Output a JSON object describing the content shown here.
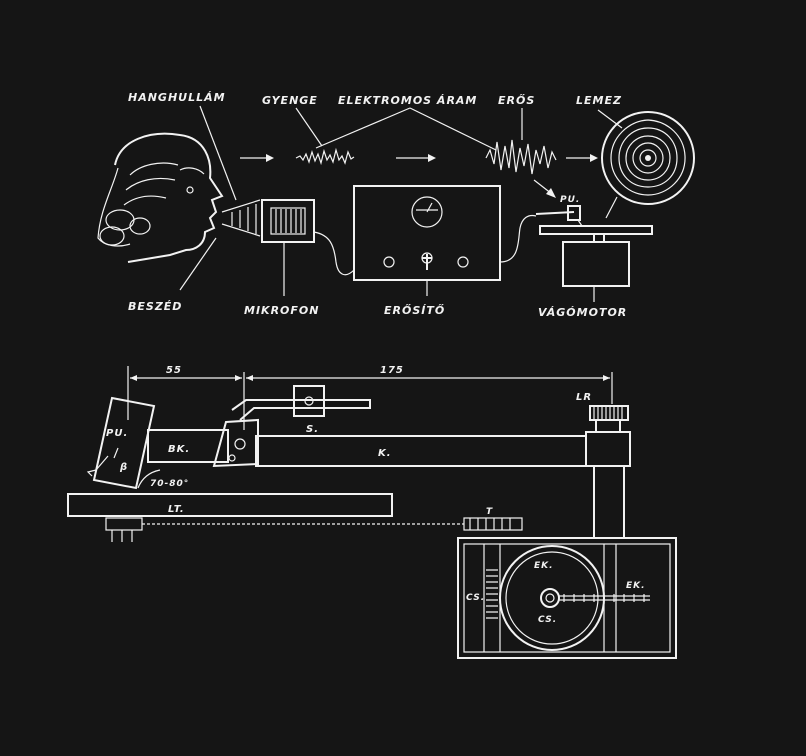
{
  "labels": {
    "hanghullam": "HANGHULLÁM",
    "gyenge": "GYENGE",
    "elektromos_aram": "ELEKTROMOS ÁRAM",
    "eros": "ERŐS",
    "lemez": "LEMEZ",
    "pu_top": "PU.",
    "beszed": "BESZÉD",
    "mikrofon": "MIKROFON",
    "erosito": "ERŐSÍTŐ",
    "vagomotor": "VÁGÓMOTOR"
  },
  "mech": {
    "dim_55": "55",
    "dim_175": "175",
    "pu": "PU.",
    "beta": "β",
    "bk": "BK.",
    "k": "K.",
    "s": "S.",
    "lr": "LR",
    "angle": "70-80°",
    "lt": "LT.",
    "t": "T",
    "ek_wheel": "EK.",
    "ek_side": "EK.",
    "cs_left": "CS.",
    "cs_center": "CS."
  },
  "colors": {
    "background": "#151515",
    "ink": "#f2f2f2"
  }
}
